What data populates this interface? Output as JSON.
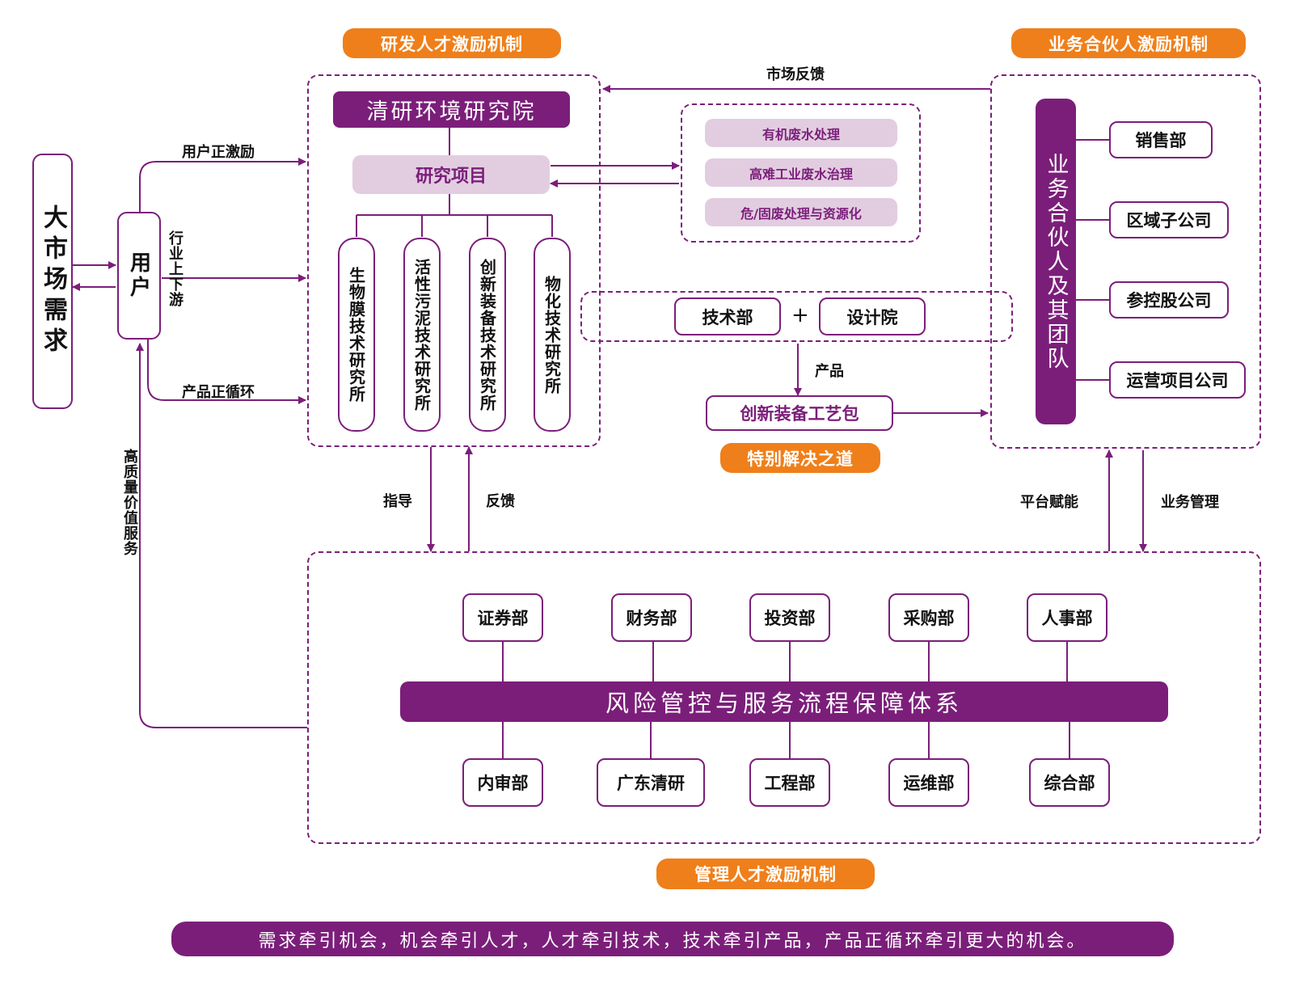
{
  "colors": {
    "purple": "#7b1e7a",
    "orange": "#ef7f1a",
    "light_purple": "#e2cde0"
  },
  "market_demand": "大市场需求",
  "user": "用户",
  "labels": {
    "user_incentive": "用户正激励",
    "industry_chain": "行业上下游",
    "product_cycle": "产品正循环",
    "quality_service": "高质量价值服务",
    "market_feedback": "市场反馈",
    "product": "产品",
    "guidance": "指导",
    "feedback": "反馈",
    "platform_enable": "平台赋能",
    "business_mgmt": "业务管理",
    "plus": "+"
  },
  "rd": {
    "mechanism": "研发人才激励机制",
    "title": "清研环境研究院",
    "project": "研究项目",
    "institutes": [
      "生物膜技术研究所",
      "活性污泥技术研究所",
      "创新装备技术研究所",
      "物化技术研究所"
    ]
  },
  "projects": [
    "有机废水处理",
    "高难工业废水治理",
    "危/固废处理与资源化"
  ],
  "tech": {
    "dept": "技术部",
    "design": "设计院",
    "package": "创新装备工艺包",
    "special": "特别解决之道"
  },
  "partner": {
    "mechanism": "业务合伙人激励机制",
    "team": "业务合伙人及其团队",
    "units": [
      "销售部",
      "区域子公司",
      "参控股公司",
      "运营项目公司"
    ]
  },
  "mgmt": {
    "mechanism": "管理人才激励机制",
    "system": "风险管控与服务流程保障体系",
    "top": [
      "证券部",
      "财务部",
      "投资部",
      "采购部",
      "人事部"
    ],
    "bottom": [
      "内审部",
      "广东清研",
      "工程部",
      "运维部",
      "综合部"
    ]
  },
  "slogan": "需求牵引机会，机会牵引人才，人才牵引技术，技术牵引产品，产品正循环牵引更大的机会。"
}
